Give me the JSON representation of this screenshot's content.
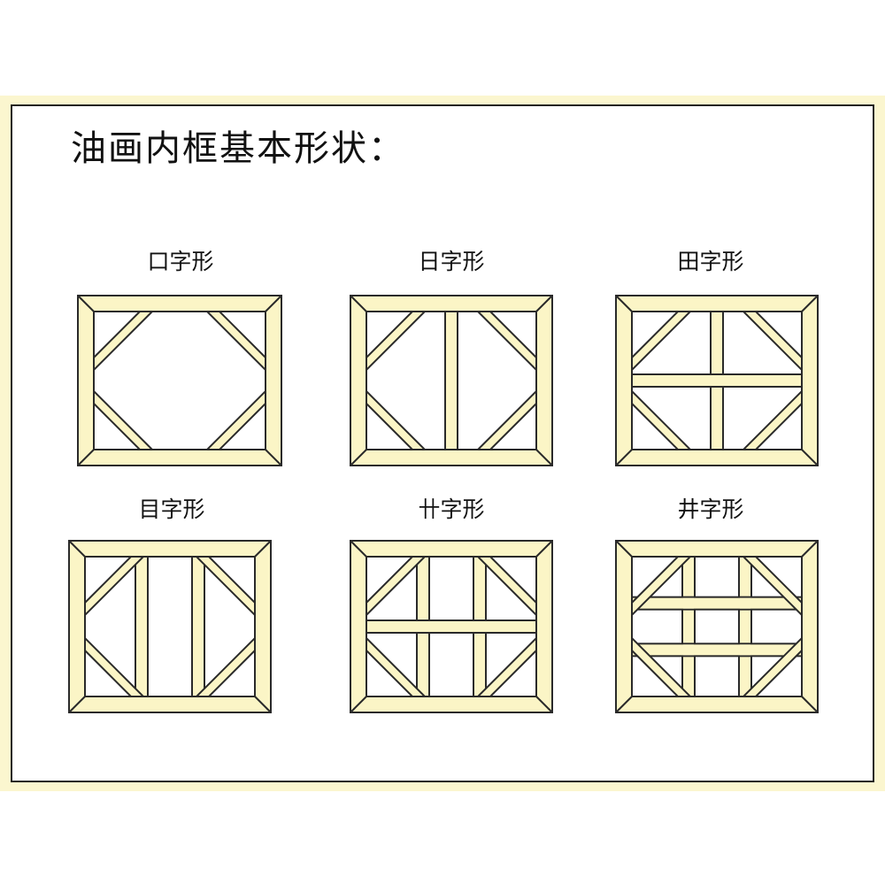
{
  "title": "油画内框基本形状：",
  "colors": {
    "wood": "#fbf5c6",
    "board": "#fbf6cf",
    "stroke": "#2a2a2a"
  },
  "frames": [
    {
      "label": "口字形",
      "vertical_bars": 0,
      "horizontal_bars": 0
    },
    {
      "label": "日字形",
      "vertical_bars": 1,
      "horizontal_bars": 0
    },
    {
      "label": "田字形",
      "vertical_bars": 1,
      "horizontal_bars": 1
    },
    {
      "label": "目字形",
      "vertical_bars": 2,
      "horizontal_bars": 0
    },
    {
      "label": "卄字形",
      "vertical_bars": 2,
      "horizontal_bars": 1
    },
    {
      "label": "井字形",
      "vertical_bars": 2,
      "horizontal_bars": 2
    }
  ]
}
